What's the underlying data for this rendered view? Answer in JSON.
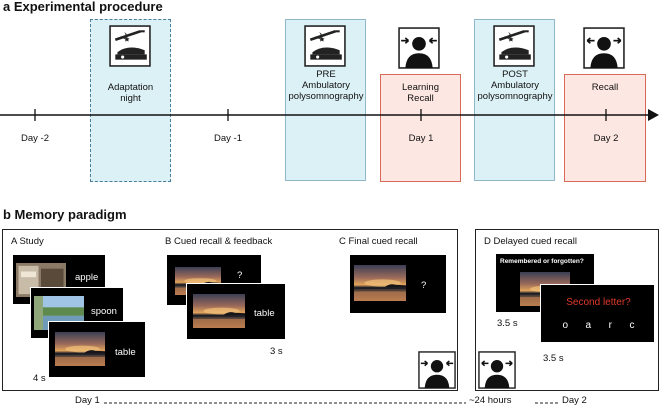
{
  "section_a": {
    "title": "a Experimental procedure",
    "phases": {
      "adaptation": "Adaptation\nnight",
      "pre": "PRE\nAmbulatory\npolysomnography",
      "learning": "Learning\nRecall",
      "post": "POST\nAmbulatory\npolysomnography",
      "recall": "Recall"
    },
    "days": [
      "Day -2",
      "Day -1",
      "Day 1",
      "Day 2"
    ]
  },
  "section_b": {
    "title": "b Memory paradigm",
    "panel_a": {
      "title": "A Study",
      "words": [
        "apple",
        "spoon",
        "table"
      ],
      "duration": "4 s"
    },
    "panel_b": {
      "title": "B Cued recall & feedback",
      "cue": "?",
      "feedback": "table",
      "duration": "3 s"
    },
    "panel_c": {
      "title": "C Final cued recall",
      "cue": "?"
    },
    "panel_d": {
      "title": "D Delayed cued recall",
      "question": "Remembered or forgotten?",
      "duration_1": "3.5 s",
      "prompt": "Second letter?",
      "options": "o  a  r  c",
      "duration_2": "3.5 s"
    },
    "timeline": {
      "start": "Day 1",
      "gap": "~24 hours",
      "end": "Day 2"
    }
  },
  "colors": {
    "phase_blue": "#dcf1f6",
    "phase_red_border": "#d96a5a",
    "phase_red_fill": "#fde7e2",
    "prompt_red": "#e03a2a"
  }
}
